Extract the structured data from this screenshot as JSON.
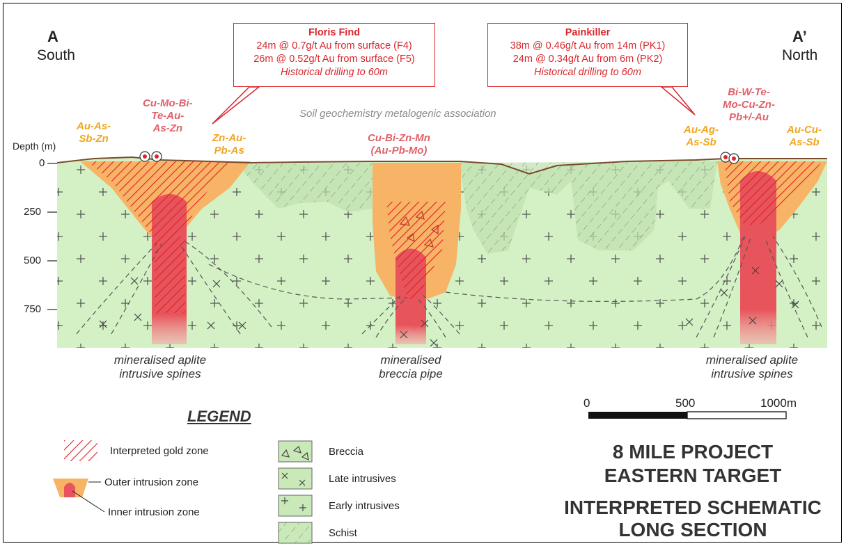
{
  "section": {
    "left_end": {
      "letter": "A",
      "direction": "South"
    },
    "right_end": {
      "letter": "A’",
      "direction": "North"
    },
    "depth_axis": {
      "label": "Depth (m)",
      "ticks": [
        "0",
        "250",
        "500",
        "750"
      ]
    },
    "soil_caption": "Soil geochemistry metalogenic association"
  },
  "callouts": [
    {
      "title": "Floris Find",
      "lines": [
        "24m @ 0.7g/t Au from surface (F4)",
        "26m @ 0.52g/t Au from surface (F5)"
      ],
      "note": "Historical drilling to 60m"
    },
    {
      "title": "Painkiller",
      "lines": [
        "38m @ 0.46g/t Au from 14m (PK1)",
        "24m @ 0.34g/t Au from 6m (PK2)"
      ],
      "note": "Historical drilling to 60m"
    }
  ],
  "associations": [
    {
      "text": "Au-As-\nSb-Zn",
      "color": "orange"
    },
    {
      "text": "Cu-Mo-Bi-\nTe-Au-\nAs-Zn",
      "color": "red"
    },
    {
      "text": "Zn-Au-\nPb-As",
      "color": "orange"
    },
    {
      "text": "Cu-Bi-Zn-Mn\n(Au-Pb-Mo)",
      "color": "red"
    },
    {
      "text": "Au-Ag-\nAs-Sb",
      "color": "orange"
    },
    {
      "text": "Bi-W-Te-\nMo-Cu-Zn-\nPb+/-Au",
      "color": "red"
    },
    {
      "text": "Au-Cu-\nAs-Sb",
      "color": "orange"
    }
  ],
  "features": [
    {
      "label": "mineralised aplite\nintrusive spines"
    },
    {
      "label": "mineralised\nbreccia pipe"
    },
    {
      "label": "mineralised aplite\nintrusive spines"
    }
  ],
  "legend": {
    "title": "LEGEND",
    "items": [
      {
        "label": "Interpreted gold zone",
        "icon": "hatch-red"
      },
      {
        "label": "Outer intrusion zone",
        "icon": "orange-zone"
      },
      {
        "label": "Inner intrusion zone",
        "icon": "red-core"
      },
      {
        "label": "Breccia",
        "icon": "triangles"
      },
      {
        "label": "Late intrusives",
        "icon": "crosses-x"
      },
      {
        "label": "Early intrusives",
        "icon": "crosses-plus"
      },
      {
        "label": "Schist",
        "icon": "dashes"
      }
    ]
  },
  "scale_bar": {
    "labels": [
      "0",
      "500",
      "1000m"
    ]
  },
  "title_block": {
    "line1": "8 MILE PROJECT",
    "line2": "EASTERN TARGET",
    "line3": "INTERPRETED SCHEMATIC",
    "line4": "LONG SECTION"
  },
  "colors": {
    "intrusive_green": "#d3f1c4",
    "outer_zone_orange": "#f7b467",
    "inner_zone_red": "#e8545c",
    "gold_hatch": "#e01f26",
    "callout_red": "#d9262c",
    "assoc_orange": "#f0a61f",
    "assoc_red": "#e0616a"
  }
}
